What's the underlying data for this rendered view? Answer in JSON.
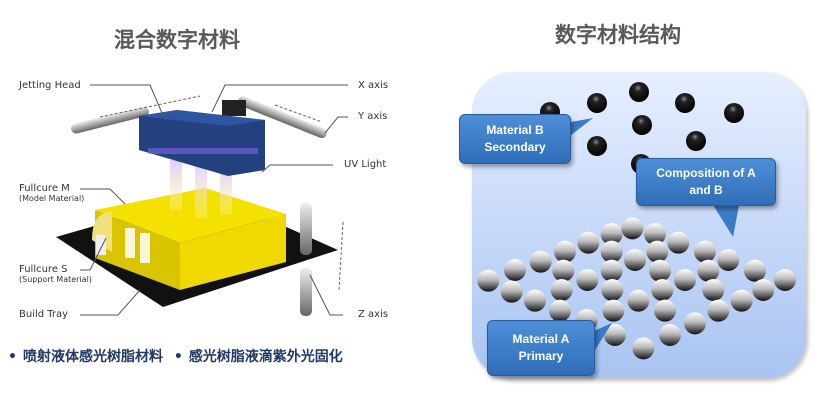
{
  "left": {
    "title": "混合数字材料",
    "labels": {
      "jetting_head": "Jetting Head",
      "x_axis": "X axis",
      "y_axis": "Y axis",
      "uv_light": "UV Light",
      "fullcure_m": "Fullcure M",
      "fullcure_m_sub": "(Model Material)",
      "fullcure_s": "Fullcure S",
      "fullcure_s_sub": "(Support Material)",
      "build_tray": "Build Tray",
      "z_axis": "Z axis"
    },
    "bullets": [
      "喷射液体感光树脂材料",
      "感光树脂液滴紫外光固化"
    ]
  },
  "right": {
    "title": "数字材料结构",
    "callouts": {
      "material_b": [
        "Material B",
        "Secondary"
      ],
      "composition": [
        "Composition of A",
        "and B"
      ],
      "material_a": [
        "Material  A",
        "Primary"
      ]
    }
  },
  "colors": {
    "title": "#595959",
    "bullet": "#1f3864",
    "callout": "#3a7bc8",
    "panel": "#c5d8f8"
  }
}
